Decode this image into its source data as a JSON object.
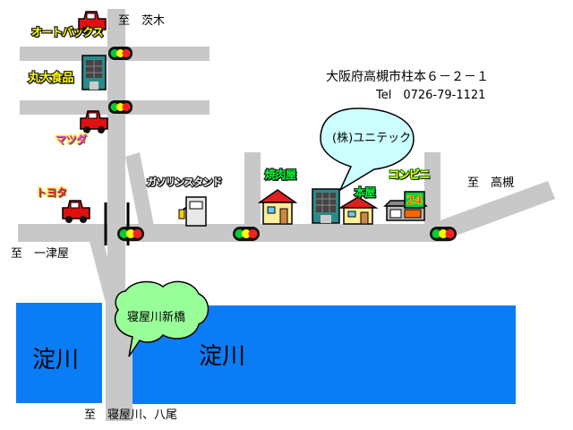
{
  "directions": {
    "north": "至　茨木",
    "east": "至　高槻",
    "west": "至　一津屋",
    "south": "至　寝屋川、八尾"
  },
  "company": {
    "name": "(株)ユニテック",
    "address": "大阪府高槻市柱本６－２－１",
    "tel": "Tel　0726-79-1121"
  },
  "landmarks": {
    "autobacs": "オートバックス",
    "marudai": "丸大食品",
    "mazda": "マツダ",
    "toyota": "トヨタ",
    "gas": "ガソリンスタンド",
    "yakiniku": "焼肉屋",
    "bookstore": "本屋",
    "convenience": "コンビニ",
    "store_number": "24"
  },
  "bridge": "寝屋川新橋",
  "rivers": {
    "left": "淀川",
    "right": "淀川"
  },
  "colors": {
    "road": "#c8c8c8",
    "river": "#0a7cf5",
    "bubble_fill": "#99ff99",
    "callout_fill": "#ccffff",
    "car_red": "#e01010",
    "building_teal": "#2a8a8a",
    "traffic_red": "#ff2020",
    "traffic_yellow": "#ffff00",
    "traffic_green": "#00cc33"
  },
  "icons": [
    "car-icon",
    "traffic-light-icon",
    "house-icon",
    "office-building-icon",
    "gas-pump-icon",
    "convenience-store-icon"
  ]
}
